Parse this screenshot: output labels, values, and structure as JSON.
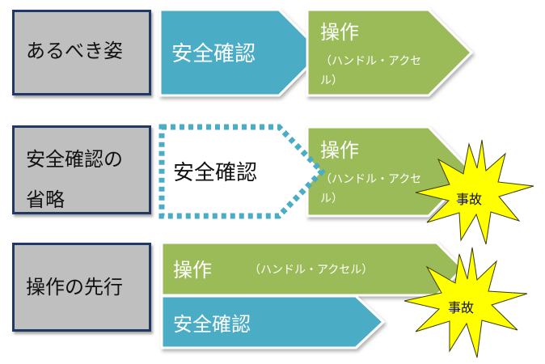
{
  "colors": {
    "blue": "#4bacc6",
    "green": "#9bbb59",
    "star": "#ffff00",
    "border": "#1f3864",
    "gray": "#bfbfbf"
  },
  "rows": [
    {
      "label": "あるべき姿",
      "safety": "安全確認",
      "operation": "操作",
      "operation_detail": [
        "（ハンドル・アクセ",
        "ル）"
      ]
    },
    {
      "label_lines": [
        "安全確認の",
        "省略"
      ],
      "safety_omitted": "安全確認",
      "operation": "操作",
      "operation_detail": [
        "（ハンドル・アクセ",
        "ル）"
      ],
      "accident": "事故"
    },
    {
      "label": "操作の先行",
      "operation": "操作",
      "operation_detail": "（ハンドル・アクセル）",
      "safety": "安全確認",
      "accident": "事故"
    }
  ]
}
